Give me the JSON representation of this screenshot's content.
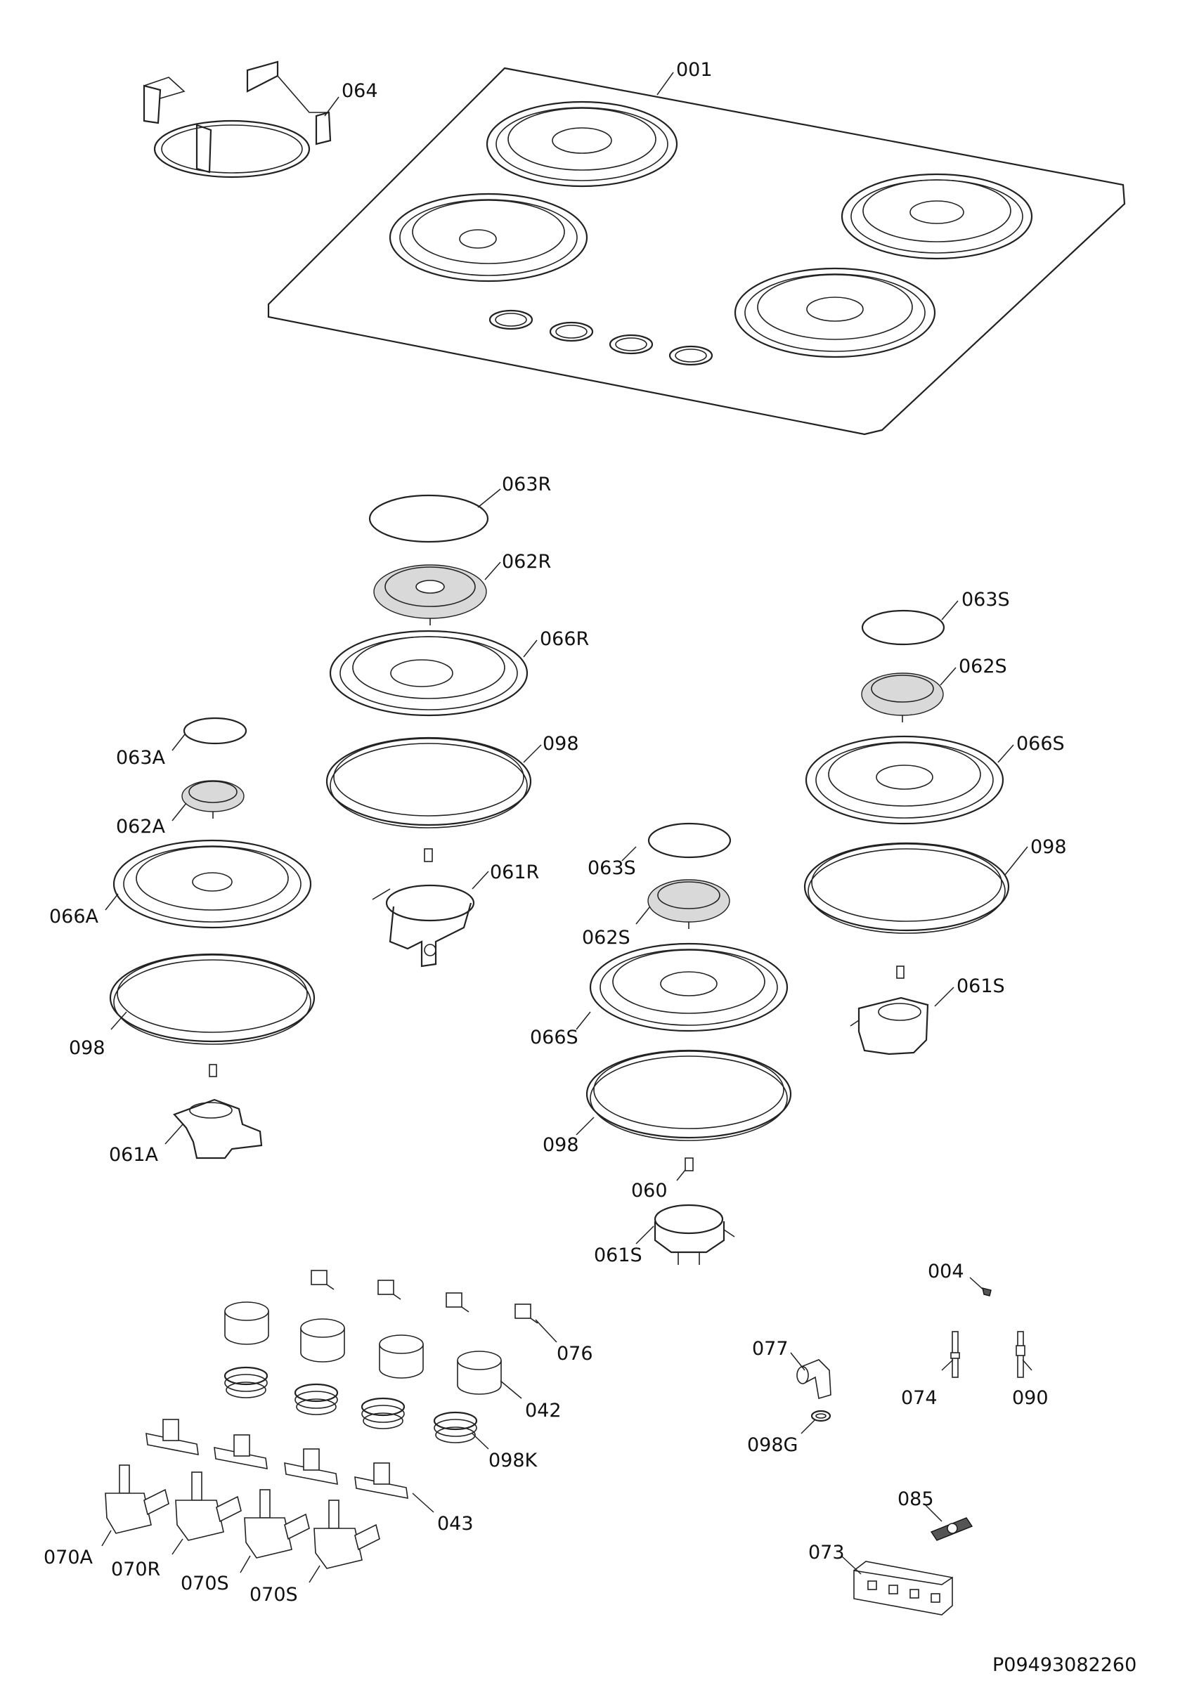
{
  "labels": {
    "l001": "001",
    "l064": "064",
    "l063R": "063R",
    "l062R": "062R",
    "l066R": "066R",
    "l098_r": "098",
    "l061R": "061R",
    "l063S_right": "063S",
    "l062S_right": "062S",
    "l066S_right": "066S",
    "l098_s_right": "098",
    "l061S_right": "061S",
    "l063A": "063A",
    "l062A": "062A",
    "l066A": "066A",
    "l098_a": "098",
    "l061A": "061A",
    "l063S_mid": "063S",
    "l062S_mid": "062S",
    "l066S_mid": "066S",
    "l098_s_mid": "098",
    "l060": "060",
    "l061S_mid": "061S",
    "l076": "076",
    "l042": "042",
    "l098K": "098K",
    "l043": "043",
    "l070A": "070A",
    "l070R": "070R",
    "l070S_1": "070S",
    "l070S_2": "070S",
    "l004": "004",
    "l077": "077",
    "l074": "074",
    "l090": "090",
    "l098G": "098G",
    "l085": "085",
    "l073": "073",
    "doc_id": "P09493082260"
  }
}
